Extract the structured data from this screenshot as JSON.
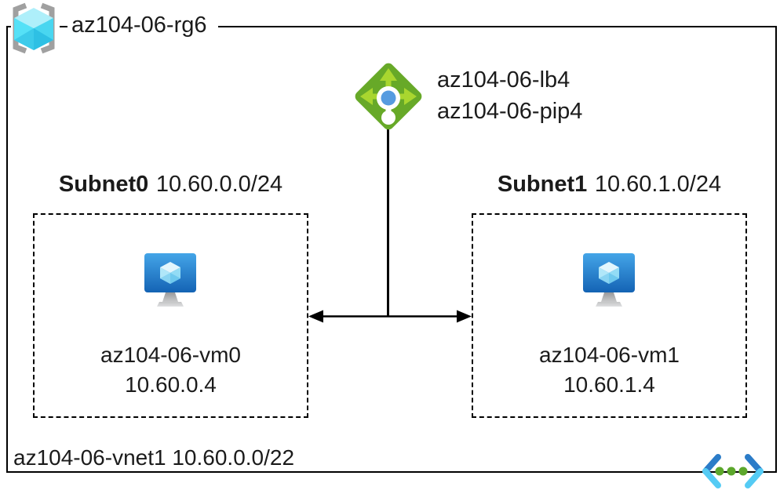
{
  "resource_group": {
    "label": "az104-06-rg6"
  },
  "load_balancer": {
    "name": "az104-06-lb4",
    "public_ip": "az104-06-pip4"
  },
  "subnets": [
    {
      "name": "Subnet0",
      "cidr": "10.60.0.0/24",
      "vm_name": "az104-06-vm0",
      "vm_ip": "10.60.0.4"
    },
    {
      "name": "Subnet1",
      "cidr": "10.60.1.0/24",
      "vm_name": "az104-06-vm1",
      "vm_ip": "10.60.1.4"
    }
  ],
  "vnet": {
    "label": "az104-06-vnet1 10.60.0.0/22"
  },
  "icons": {
    "resource_group": "resource-group-icon",
    "load_balancer": "load-balancer-icon",
    "virtual_machine": "virtual-machine-icon",
    "virtual_network": "virtual-network-icon"
  },
  "colors": {
    "line_black": "#000000",
    "lb_diamond_green": "#67A928",
    "lb_arrow_green": "#A9D62F",
    "lb_center_blue": "#569BE0",
    "vm_screen_top_blue": "#44A5E8",
    "vm_screen_bottom_blue": "#1463B4",
    "rg_cube_cyan": "#55E1F7",
    "rg_bracket_gray": "#A0A0A0",
    "vnet_chevron_blue": "#2B7CC8",
    "vnet_chevron_cyan": "#55CBF4",
    "vnet_dot_green": "#5CA72C"
  }
}
